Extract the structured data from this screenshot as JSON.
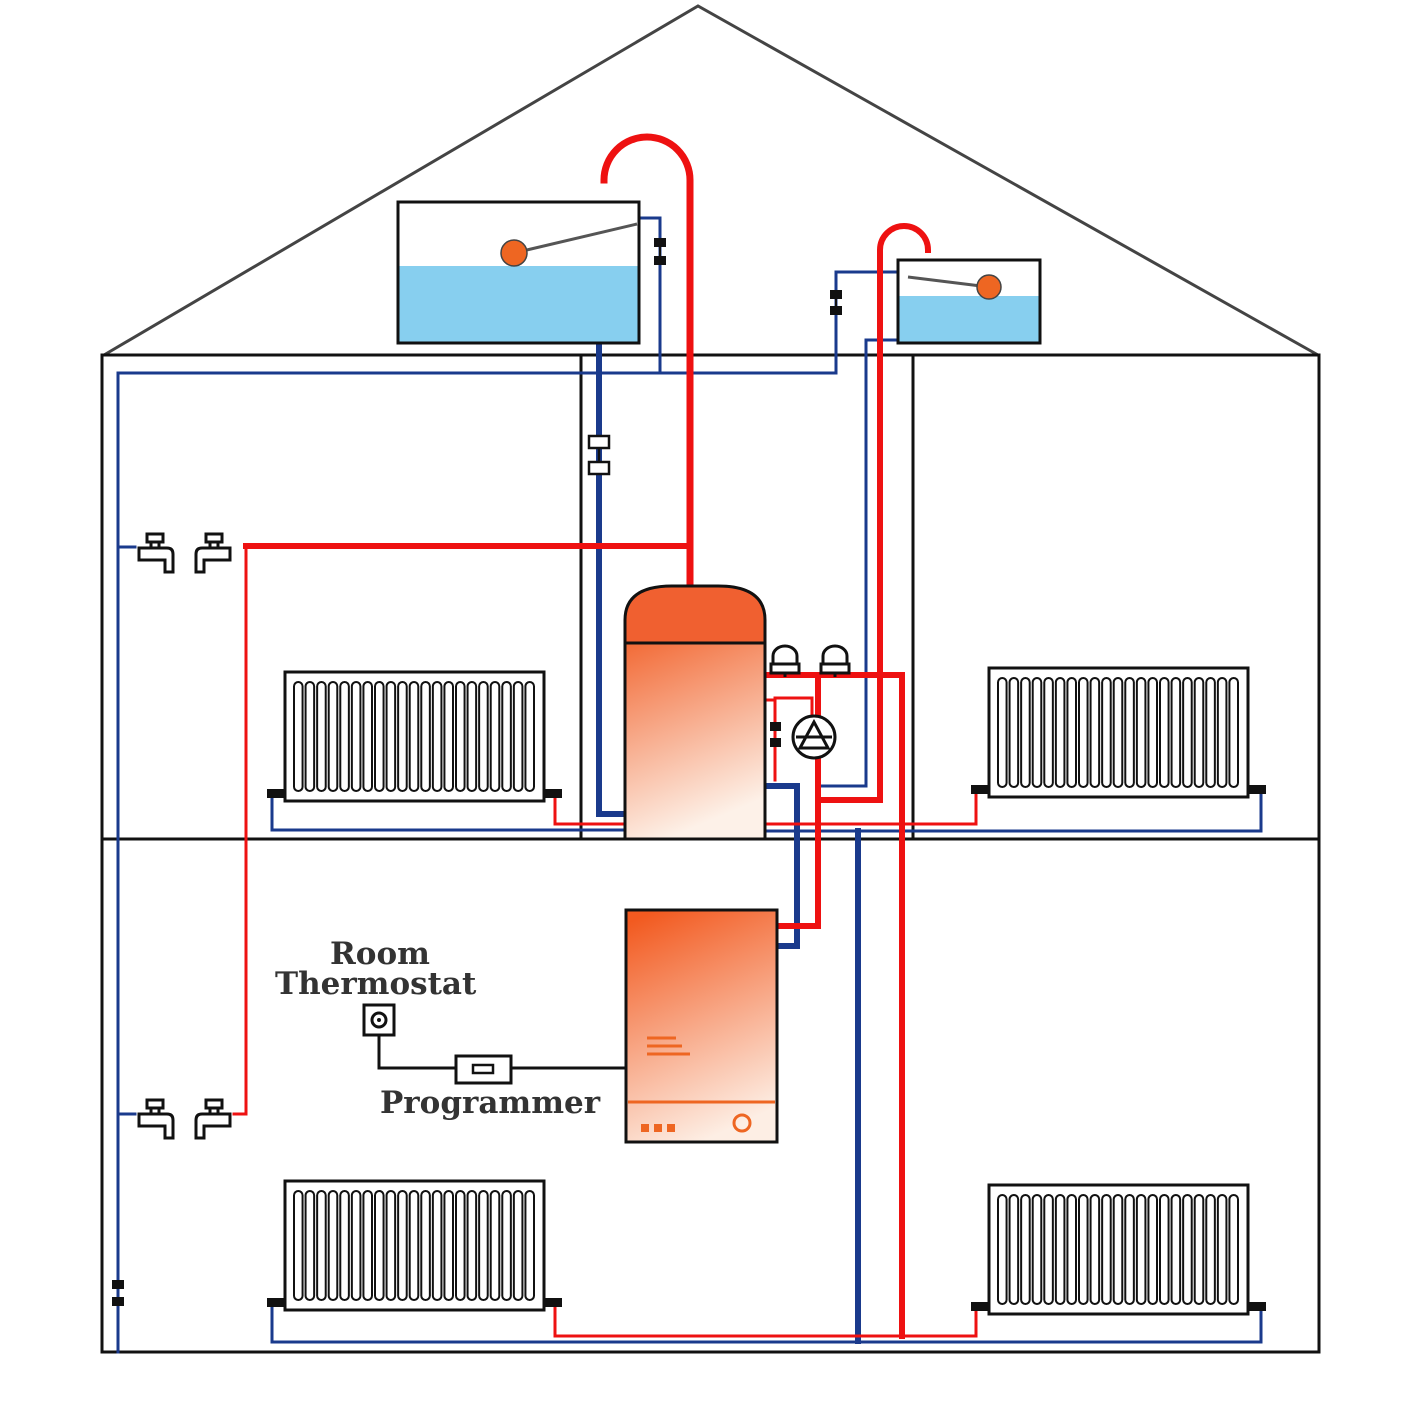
{
  "labels": {
    "thermostat_line1": "Room",
    "thermostat_line2": "Thermostat",
    "programmer": "Programmer"
  },
  "colors": {
    "hot": "#ee1111",
    "cold": "#1a3a8c",
    "water": "#87cfef",
    "float_ball": "#ee6622",
    "outline": "#111111",
    "roof": "#444444",
    "cylinder_top": "#f06030",
    "boiler_top": "#f25a20"
  }
}
